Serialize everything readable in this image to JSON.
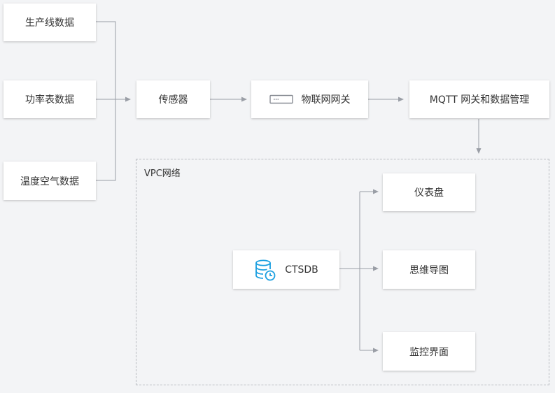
{
  "sources": [
    {
      "label": "生产线数据"
    },
    {
      "label": "功率表数据"
    },
    {
      "label": "温度空气数据"
    }
  ],
  "pipeline": {
    "sensor": "传感器",
    "iot_gateway": "物联网网关",
    "mqtt_gateway": "MQTT 网关和数据管理"
  },
  "vpc": {
    "label": "VPC网络",
    "ctsdb": "CTSDB",
    "outputs": [
      {
        "label": "仪表盘"
      },
      {
        "label": "思维导图"
      },
      {
        "label": "监控界面"
      }
    ]
  },
  "icons": {
    "iot_gateway": "gateway-device-icon",
    "ctsdb": "database-clock-icon"
  },
  "colors": {
    "background": "#f3f4f6",
    "node": "#ffffff",
    "edge": "#9a9ea6",
    "accent": "#1a9fe0",
    "dashed_border": "#b9bcc1"
  }
}
